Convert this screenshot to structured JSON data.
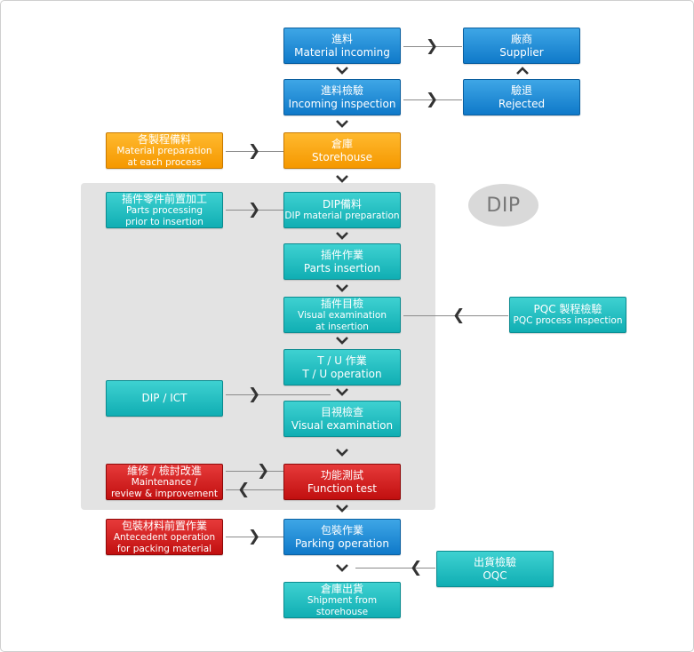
{
  "group": {
    "label": "DIP"
  },
  "nodes": {
    "material_incoming": {
      "zh": "進料",
      "en": "Material incoming"
    },
    "supplier": {
      "zh": "廠商",
      "en": "Supplier"
    },
    "incoming_inspection": {
      "zh": "進料檢驗",
      "en": "Incoming inspection"
    },
    "rejected": {
      "zh": "驗退",
      "en": "Rejected"
    },
    "material_prep": {
      "zh": "各製程備料",
      "en1": "Material preparation",
      "en2": "at each process"
    },
    "storehouse": {
      "zh": "倉庫",
      "en": "Storehouse"
    },
    "parts_processing": {
      "zh": "插件零件前置加工",
      "en1": "Parts processing",
      "en2": "prior to insertion"
    },
    "dip_material": {
      "zh": "DIP備料",
      "en": "DIP material preparation"
    },
    "parts_insertion": {
      "zh": "插件作業",
      "en": "Parts insertion"
    },
    "visual_insertion": {
      "zh": "插件目檢",
      "en1": "Visual examination",
      "en2": "at insertion"
    },
    "pqc": {
      "zh": "PQC 製程檢驗",
      "en": "PQC process inspection"
    },
    "tu_operation": {
      "zh": "T / U 作業",
      "en": "T / U operation"
    },
    "dip_ict": {
      "label": "DIP / ICT"
    },
    "visual_exam": {
      "zh": "目視檢查",
      "en": "Visual examination"
    },
    "maintenance": {
      "zh": "維修 / 檢討改進",
      "en1": "Maintenance /",
      "en2": "review & improvement"
    },
    "function_test": {
      "zh": "功能測試",
      "en": "Function test"
    },
    "antecedent": {
      "zh": "包裝材料前置作業",
      "en1": "Antecedent operation",
      "en2": "for packing material"
    },
    "packing": {
      "zh": "包裝作業",
      "en": "Parking operation"
    },
    "oqc": {
      "zh": "出貨檢驗",
      "en": "OQC"
    },
    "shipment": {
      "zh": "倉庫出貨",
      "en1": "Shipment from",
      "en2": "storehouse"
    }
  },
  "colors": {
    "blue": "#1a8ad6",
    "teal": "#1fbfc2",
    "orange": "#f7a30f",
    "red": "#d21f1f",
    "panel": "#e3e3e3"
  }
}
